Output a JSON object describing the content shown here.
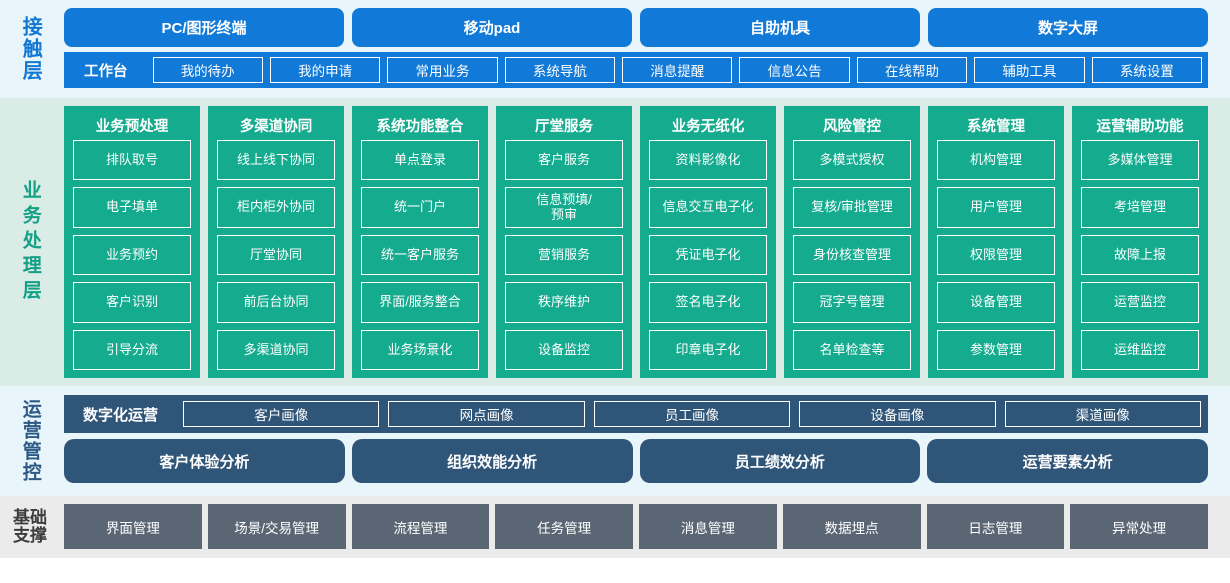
{
  "layers": [
    {
      "id": "contact",
      "label": "接触层",
      "label_color": "#1178d4",
      "bg": "#e8f5fb",
      "accent": "#1179d7",
      "channels": [
        "PC/图形终端",
        "移动pad",
        "自助机具",
        "数字大屏"
      ],
      "workbench_label": "工作台",
      "workbench_items": [
        "我的待办",
        "我的申请",
        "常用业务",
        "系统导航",
        "消息提醒",
        "信息公告",
        "在线帮助",
        "辅助工具",
        "系统设置"
      ]
    },
    {
      "id": "business",
      "label": "业务处理层",
      "label_color": "#14a085",
      "bg": "#d9ece6",
      "accent": "#14ab8e",
      "columns": [
        {
          "title": "业务预处理",
          "items": [
            "排队取号",
            "电子填单",
            "业务预约",
            "客户识别",
            "引导分流"
          ]
        },
        {
          "title": "多渠道协同",
          "items": [
            "线上线下协同",
            "柜内柜外协同",
            "厅堂协同",
            "前后台协同",
            "多渠道协同"
          ]
        },
        {
          "title": "系统功能整合",
          "items": [
            "单点登录",
            "统一门户",
            "统一客户服务",
            "界面/服务整合",
            "业务场景化"
          ]
        },
        {
          "title": "厅堂服务",
          "items": [
            "客户服务",
            "信息预填/\n预审",
            "营销服务",
            "秩序维护",
            "设备监控"
          ]
        },
        {
          "title": "业务无纸化",
          "items": [
            "资料影像化",
            "信息交互电子化",
            "凭证电子化",
            "签名电子化",
            "印章电子化"
          ]
        },
        {
          "title": "风险管控",
          "items": [
            "多模式授权",
            "复核/审批管理",
            "身份核查管理",
            "冠字号管理",
            "名单检查等"
          ]
        },
        {
          "title": "系统管理",
          "items": [
            "机构管理",
            "用户管理",
            "权限管理",
            "设备管理",
            "参数管理"
          ]
        },
        {
          "title": "运营辅助功能",
          "items": [
            "多媒体管理",
            "考培管理",
            "故障上报",
            "运营监控",
            "运维监控"
          ]
        }
      ]
    },
    {
      "id": "ops",
      "label": "运营管控",
      "label_color": "#2c5a85",
      "bg": "#e8f5fb",
      "accent": "#2f5578",
      "digital_ops_label": "数字化运营",
      "portraits": [
        "客户画像",
        "网点画像",
        "员工画像",
        "设备画像",
        "渠道画像"
      ],
      "analyses": [
        "客户体验分析",
        "组织效能分析",
        "员工绩效分析",
        "运营要素分析"
      ]
    },
    {
      "id": "base",
      "label_line1": "基础",
      "label_line2": "支撑",
      "label_color": "#3c3c3c",
      "bg": "#ebebeb",
      "accent": "#5b6675",
      "items": [
        "界面管理",
        "场景/交易管理",
        "流程管理",
        "任务管理",
        "消息管理",
        "数据埋点",
        "日志管理",
        "异常处理"
      ]
    }
  ]
}
